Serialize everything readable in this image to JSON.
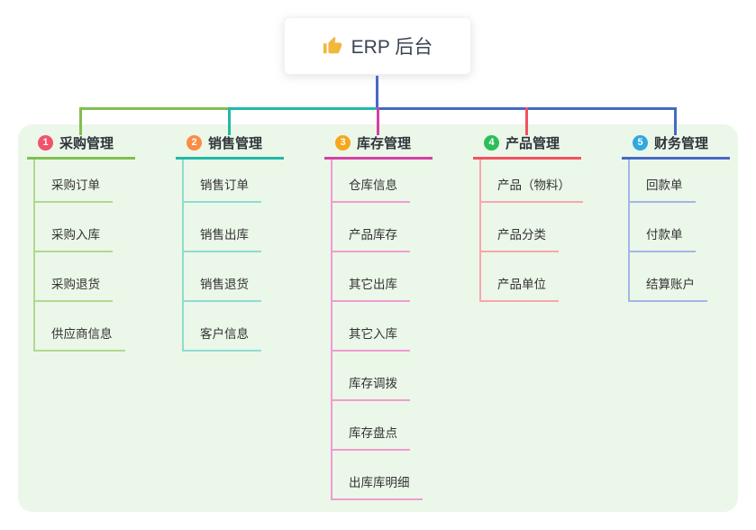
{
  "root": {
    "title": "ERP 后台",
    "icon": "thumbs-up-icon",
    "icon_color": "#f2b73c"
  },
  "colors": {
    "panel_background": "#ebf7e8",
    "root_stem": "#4668c5"
  },
  "branches": [
    {
      "index": "1",
      "title": "采购管理",
      "badge_color": "#f2526b",
      "line_color": "#82be50",
      "child_line_color": "#b0d98f",
      "children": [
        "采购订单",
        "采购入库",
        "采购退货",
        "供应商信息"
      ]
    },
    {
      "index": "2",
      "title": "销售管理",
      "badge_color": "#fb8c44",
      "line_color": "#21b9a8",
      "child_line_color": "#8edcd2",
      "children": [
        "销售订单",
        "销售出库",
        "销售退货",
        "客户信息"
      ]
    },
    {
      "index": "3",
      "title": "库存管理",
      "badge_color": "#f5a81c",
      "line_color": "#d63fa6",
      "child_line_color": "#f09bd2",
      "children": [
        "仓库信息",
        "产品库存",
        "其它出库",
        "其它入库",
        "库存调拨",
        "库存盘点",
        "出库库明细"
      ]
    },
    {
      "index": "4",
      "title": "产品管理",
      "badge_color": "#2ebd59",
      "line_color": "#f4515f",
      "child_line_color": "#f9a6ac",
      "children": [
        "产品（物料）",
        "产品分类",
        "产品单位"
      ]
    },
    {
      "index": "5",
      "title": "财务管理",
      "badge_color": "#30a8e0",
      "line_color": "#4668c5",
      "child_line_color": "#a3b6e6",
      "children": [
        "回款单",
        "付款单",
        "结算账户"
      ]
    }
  ]
}
